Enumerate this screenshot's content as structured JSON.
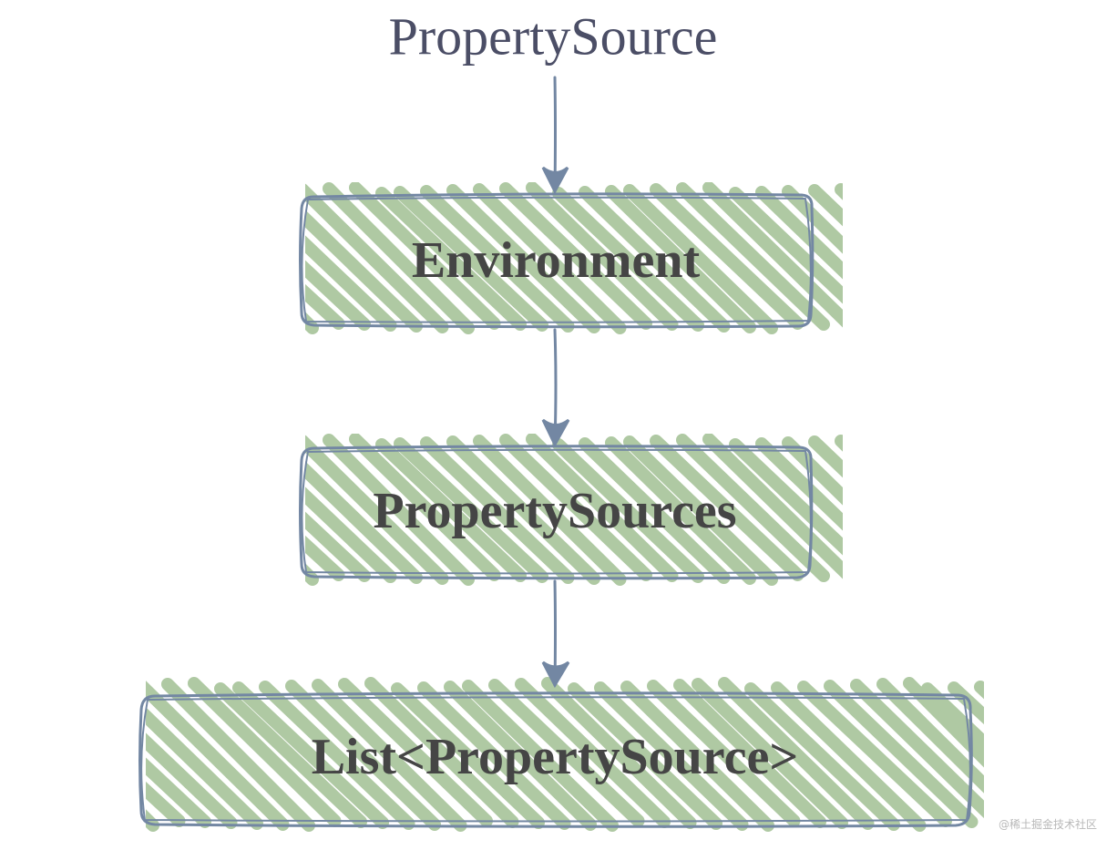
{
  "diagram": {
    "top_label": "PropertySource",
    "nodes": [
      {
        "id": "environment",
        "label": "Environment"
      },
      {
        "id": "property-sources",
        "label": "PropertySources"
      },
      {
        "id": "list-property-source",
        "label": "List<PropertySource>"
      }
    ],
    "edges": [
      {
        "from": "top-label",
        "to": "environment"
      },
      {
        "from": "environment",
        "to": "property-sources"
      },
      {
        "from": "property-sources",
        "to": "list-property-source"
      }
    ]
  },
  "watermark": "@稀土掘金技术社区",
  "colors": {
    "stroke": "#7387a3",
    "hatch": "#afc9a3",
    "box_text": "#454545",
    "top_text": "#4b4e66"
  }
}
